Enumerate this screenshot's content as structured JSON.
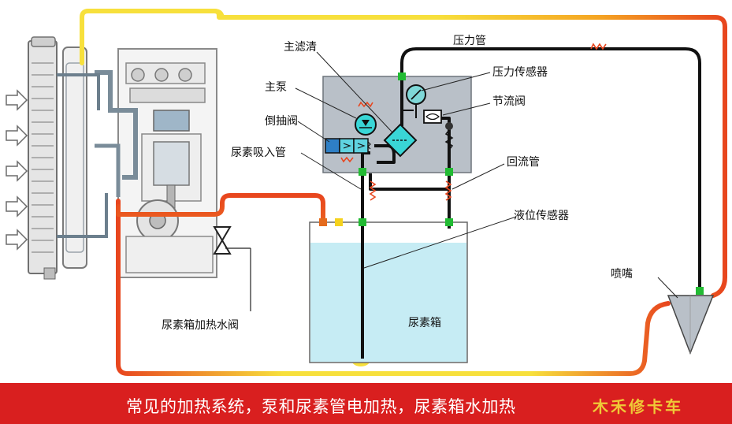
{
  "labels": {
    "main_filter": "主滤清",
    "pressure_pipe": "压力管",
    "main_pump": "主泵",
    "pressure_sensor": "压力传感器",
    "check_valve": "倒抽阀",
    "throttle_valve": "节流阀",
    "urea_suction_pipe": "尿素吸入管",
    "return_pipe": "回流管",
    "level_sensor": "液位传感器",
    "nozzle": "喷嘴",
    "tank_heating_valve": "尿素箱加热水阀",
    "urea_tank": "尿素箱"
  },
  "caption": "常见的加热系统，泵和尿素管电加热，尿素箱水加热",
  "watermark": "木禾修卡车",
  "colors": {
    "hot_water": "#f5a623",
    "warm_pipe": "#f7e03c",
    "hot_pipe": "#e8461e",
    "urea_liquid": "#c6ecf4",
    "pump_box": "#b9c0c8",
    "connector": "#22bb33",
    "caption_bg": "#d91f1f"
  },
  "icons": [
    "radiator-icon",
    "engine-icon",
    "pump-icon",
    "filter-icon",
    "gauge-icon",
    "throttle-icon",
    "valve-icon",
    "heater-coil-icon",
    "nozzle-icon",
    "airflow-arrow-icon"
  ]
}
